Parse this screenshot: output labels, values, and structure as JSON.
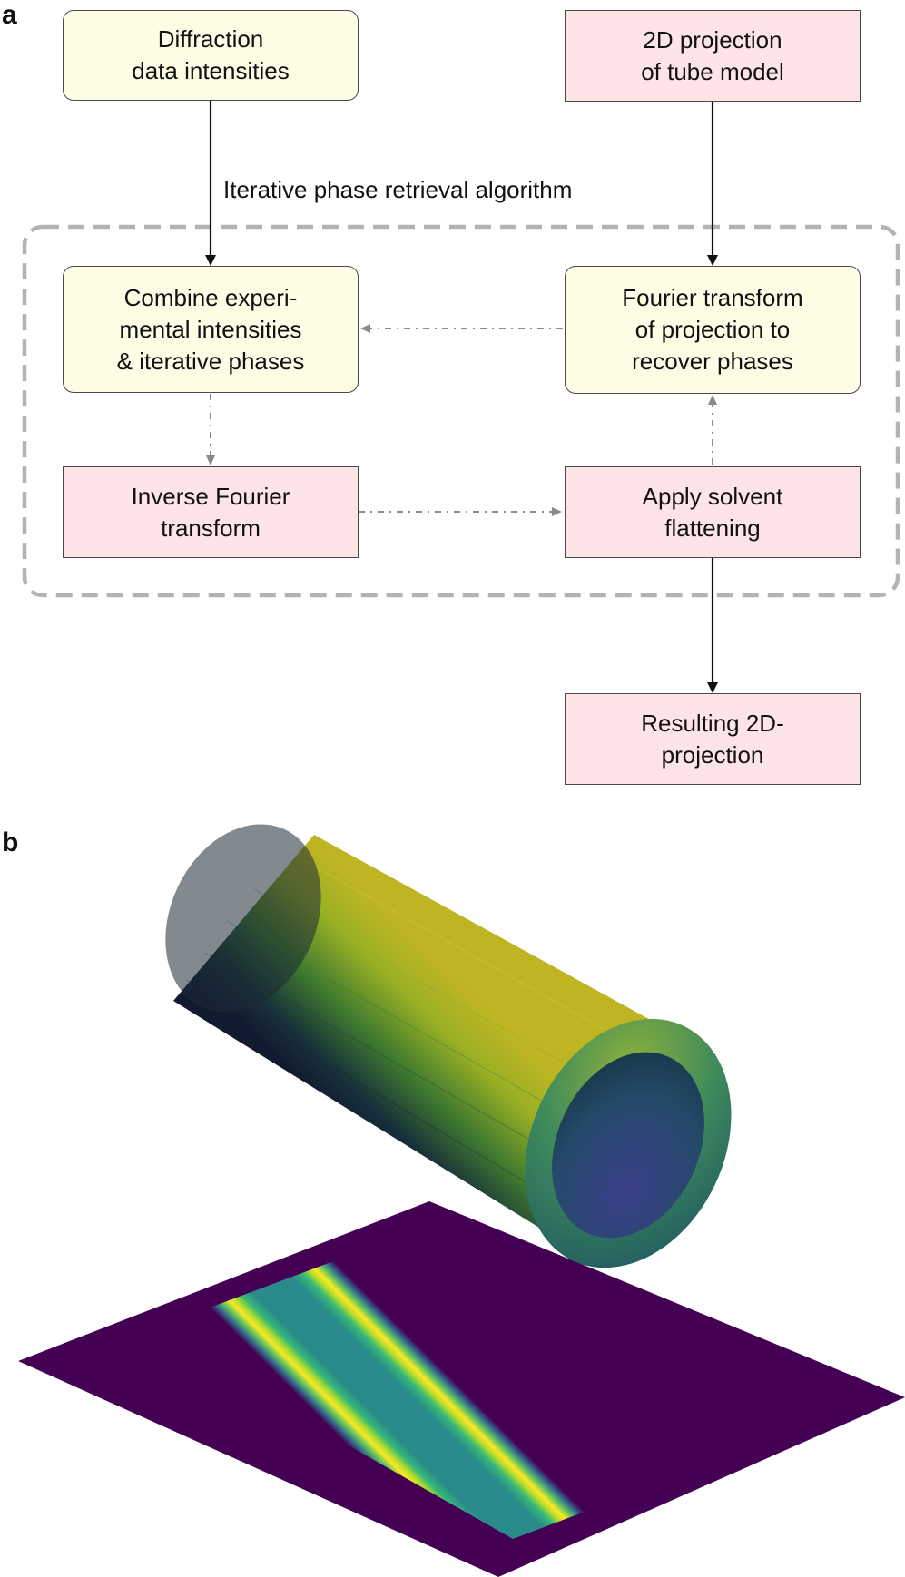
{
  "panel_a": {
    "label": "a",
    "boxes": {
      "diffraction": "Diffraction\ndata intensities",
      "projection_model": "2D projection\nof tube model",
      "combine": "Combine experi-\nmental intensities\n& iterative phases",
      "fourier": "Fourier transform\nof projection to\nrecover phases",
      "inverse": "Inverse Fourier\ntransform",
      "solvent": "Apply solvent\nflattening",
      "result": "Resulting 2D-\nprojection"
    },
    "loop_caption": "Iterative phase retrieval algorithm"
  },
  "panel_b": {
    "label": "b"
  },
  "colors": {
    "yellow_box": "#fdfde6",
    "pink_box": "#fde4e6",
    "dashed_frame": "#b3b3b3",
    "viridis_dark": "#440154",
    "viridis_mid": "#21918c",
    "viridis_bright": "#fde725"
  }
}
